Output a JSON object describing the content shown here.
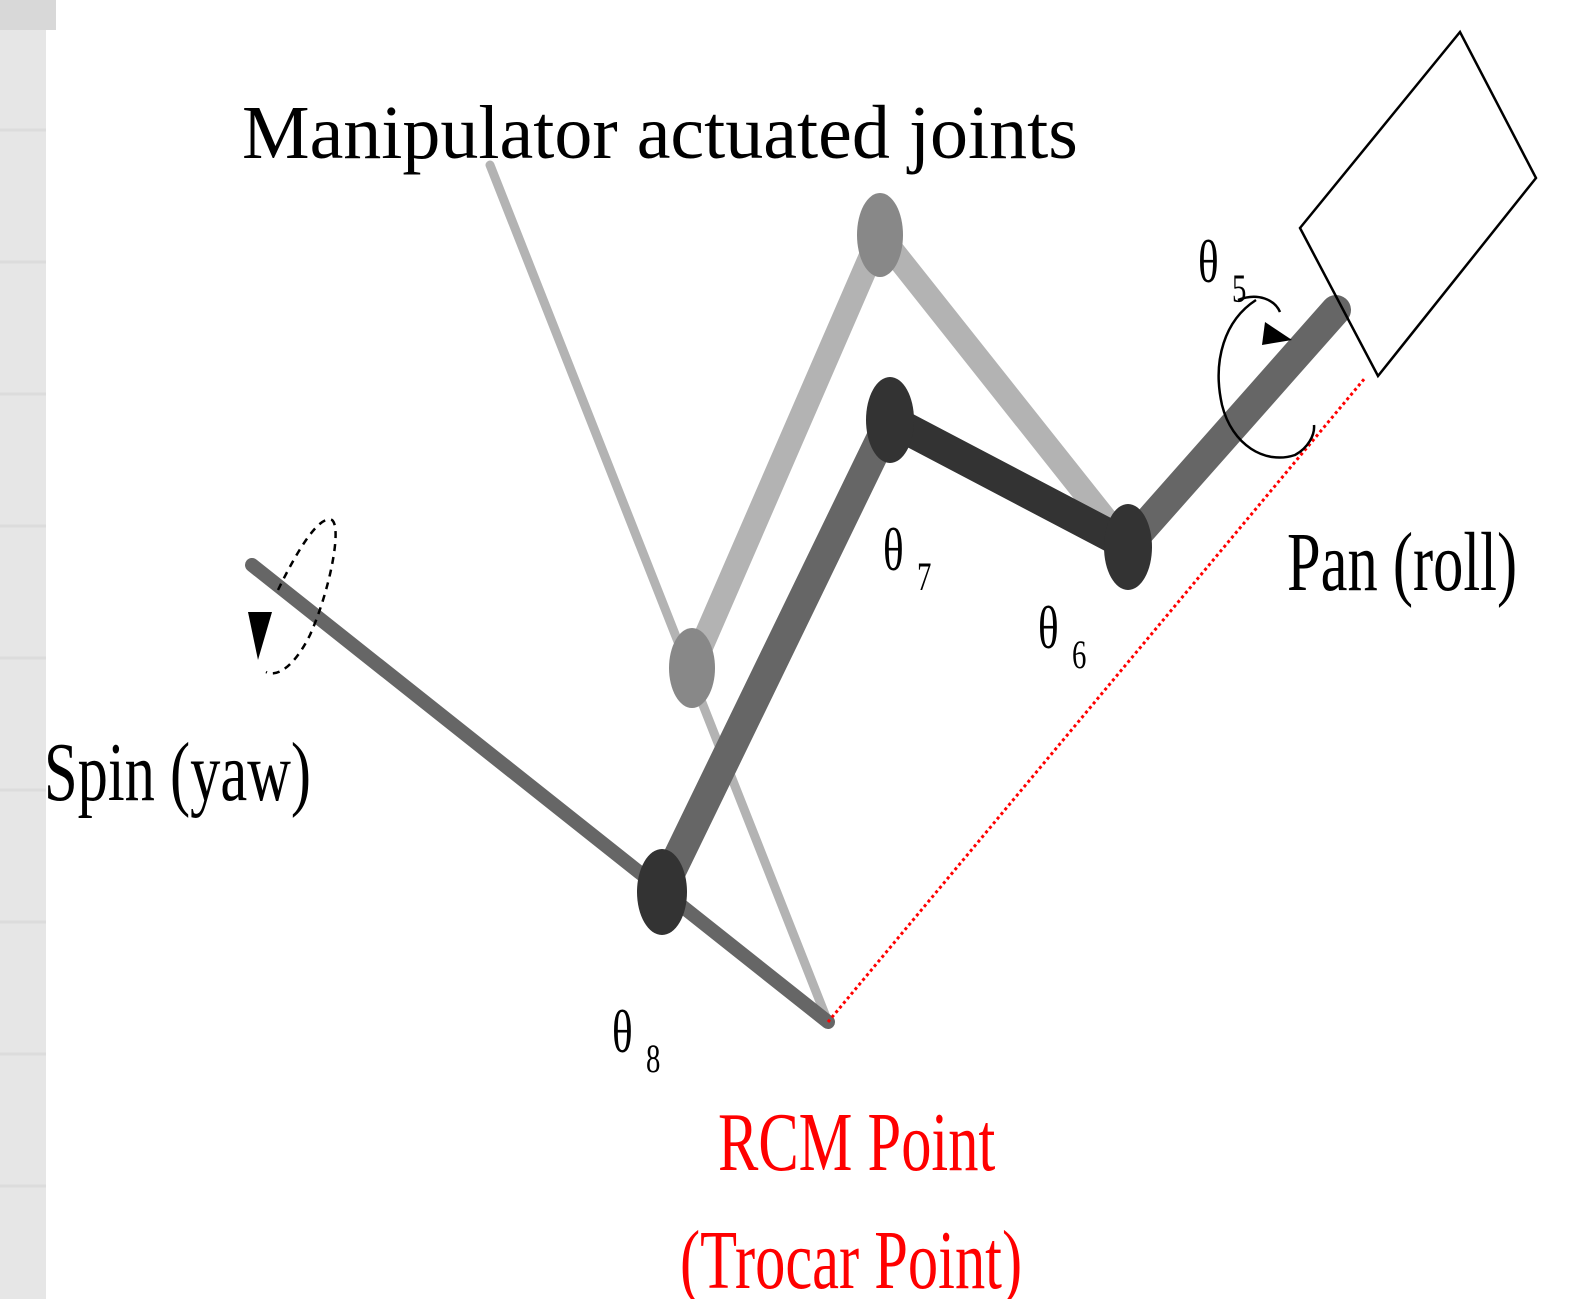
{
  "title": "Manipulator actuated joints",
  "labels": {
    "spin": "Spin (yaw)",
    "pan": "Pan (roll)",
    "rcm_line1": "RCM Point",
    "rcm_line2": "(Trocar Point)"
  },
  "joints": {
    "theta5": {
      "symbol": "θ",
      "sub": "5"
    },
    "theta6": {
      "symbol": "θ",
      "sub": "6"
    },
    "theta7": {
      "symbol": "θ",
      "sub": "7"
    },
    "theta8": {
      "symbol": "θ",
      "sub": "8"
    }
  },
  "colors": {
    "rcm": "#ff0000",
    "ghost_link": "#b3b3b3",
    "link": "#666666",
    "dark_link": "#333333"
  }
}
